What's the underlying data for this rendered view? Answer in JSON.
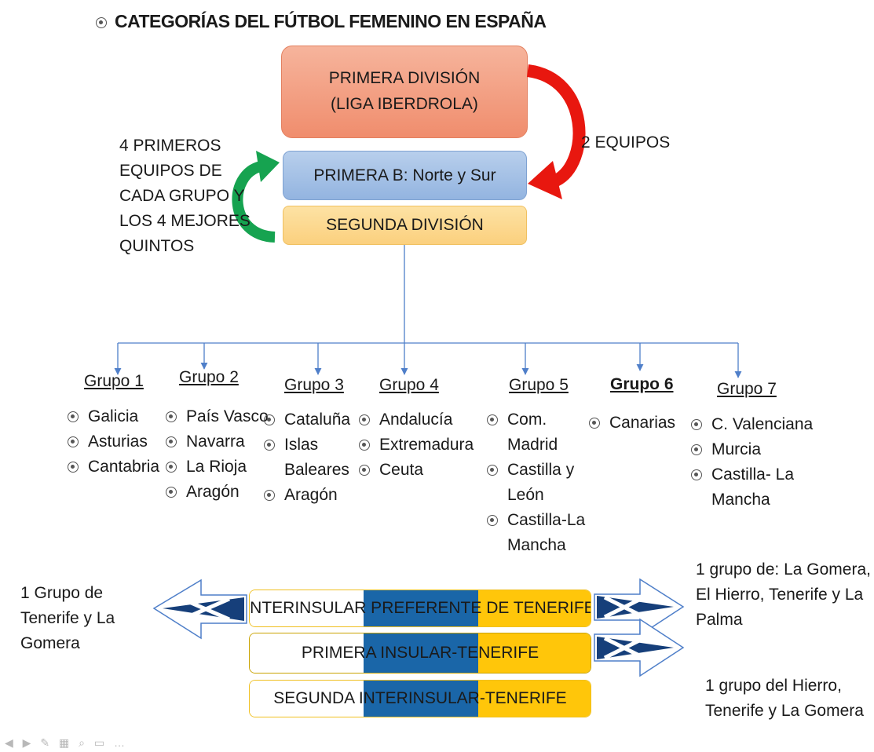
{
  "title": "CATEGORÍAS DEL FÚTBOL FEMENINO EN ESPAÑA",
  "boxes": {
    "primera_line1": "PRIMERA DIVISIÓN",
    "primera_line2": "(LIGA IBERDROLA)",
    "primerab": "PRIMERA B: Norte y Sur",
    "segunda": "SEGUNDA DIVISIÓN"
  },
  "arrows": {
    "down_label": "2 EQUIPOS",
    "up_label_lines": [
      "4 PRIMEROS",
      "EQUIPOS DE",
      "CADA GRUPO Y",
      "LOS 4 MEJORES",
      "QUINTOS"
    ]
  },
  "grupos": [
    {
      "title": "Grupo 1",
      "items": [
        "Galicia",
        "Asturias",
        "Cantabria"
      ]
    },
    {
      "title": "Grupo 2",
      "items": [
        "País Vasco",
        "Navarra",
        "La Rioja",
        "Aragón"
      ]
    },
    {
      "title": "Grupo 3",
      "items": [
        "Cataluña",
        "Islas",
        "Baleares",
        "Aragón"
      ]
    },
    {
      "title": "Grupo 4",
      "items": [
        "Andalucía",
        "Extremadura",
        "Ceuta"
      ]
    },
    {
      "title": "Grupo 5",
      "items": [
        "Com.",
        "Madrid",
        "Castilla y",
        "León",
        "Castilla-La",
        "Mancha"
      ]
    },
    {
      "title": "Grupo 6",
      "items": [
        "Canarias"
      ]
    },
    {
      "title": "Grupo 7",
      "items": [
        "C. Valenciana",
        "Murcia",
        "Castilla- La",
        "Mancha"
      ]
    }
  ],
  "flags": {
    "preferente": "INTERINSULAR PREFERENTE DE TENERIFE",
    "primera_insular": "PRIMERA INSULAR-TENERIFE",
    "segunda_interinsular": "SEGUNDA INTERINSULAR-TENERIFE"
  },
  "notes": {
    "left_lines": [
      "1 Grupo de",
      "Tenerife y La",
      "Gomera"
    ],
    "right_top_lines": [
      "1 grupo de: La Gomera,",
      "El Hierro, Tenerife y La",
      "Palma"
    ],
    "right_bottom_lines": [
      "1 grupo del Hierro,",
      "Tenerife y La Gomera"
    ]
  },
  "colors": {
    "primera": "#f08d6d",
    "primerab": "#93b4e0",
    "segunda": "#fbd07e",
    "arrow_red": "#e8170f",
    "arrow_green": "#16a350",
    "tree_line": "#4f7fc9",
    "flag_blue": "#1a66a8",
    "flag_yellow": "#ffc60a"
  }
}
